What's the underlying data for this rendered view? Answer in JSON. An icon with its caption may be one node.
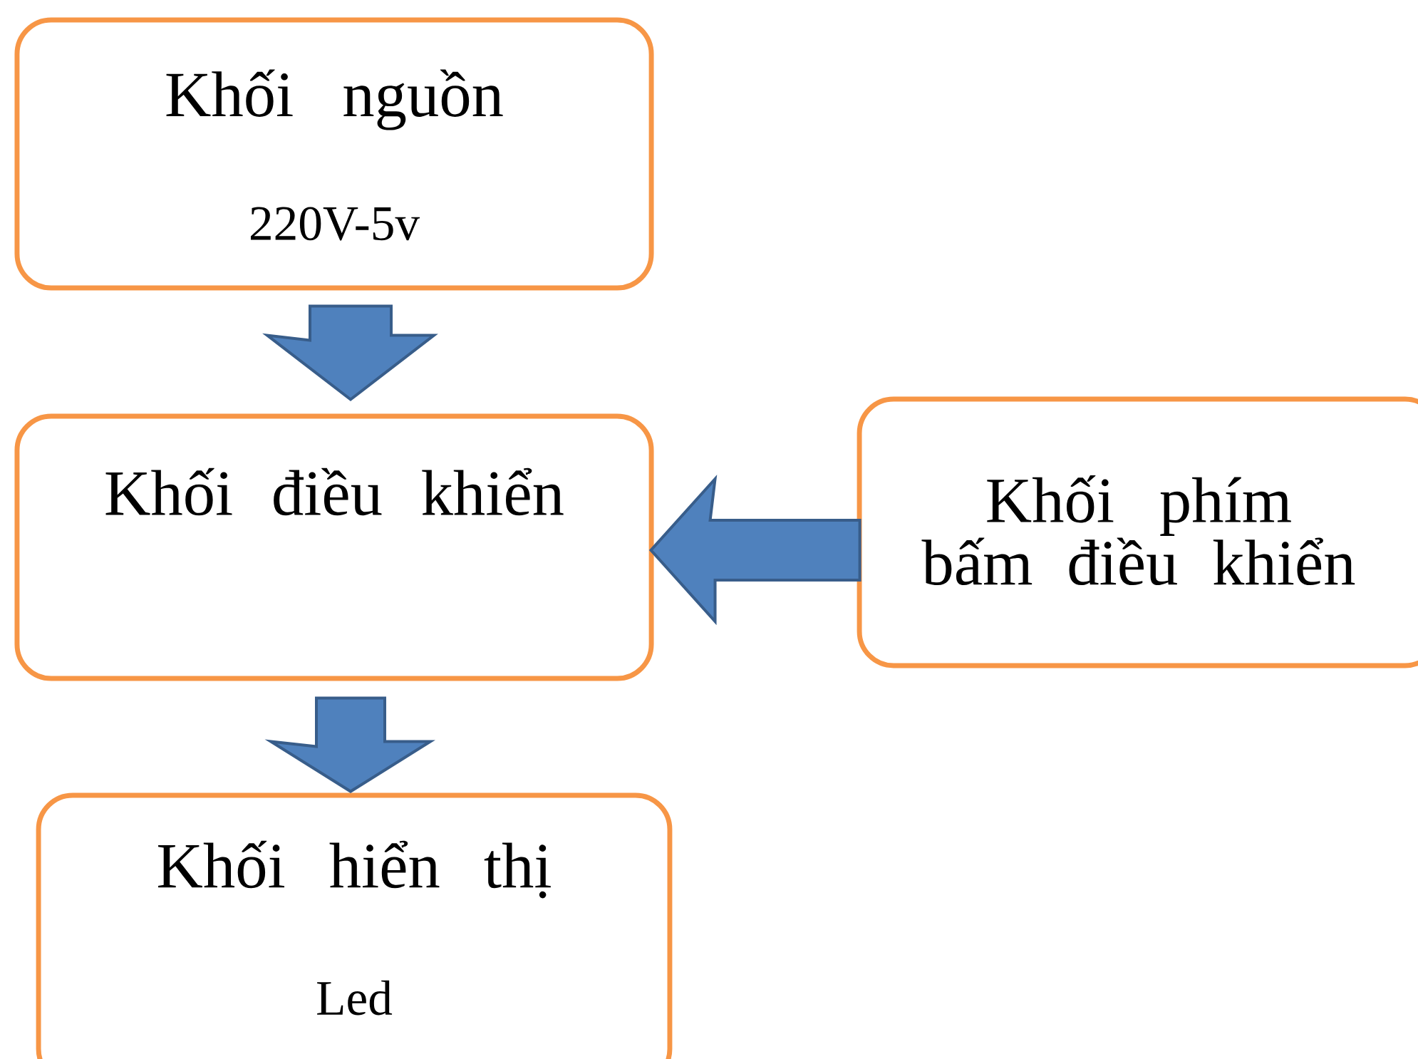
{
  "diagram": {
    "nodes": [
      {
        "text": [
          "Khối nguồn",
          "220V-5v"
        ]
      },
      {
        "text": [
          "Khối điều khiển"
        ]
      },
      {
        "text": [
          "Khối phím bấm điều khiển"
        ]
      },
      {
        "text": [
          "Khối hiển thị",
          "Led"
        ]
      }
    ],
    "edges": [
      {
        "from": 0,
        "to": 1,
        "arrow": "to"
      },
      {
        "from": 2,
        "to": 1,
        "arrow": "to"
      },
      {
        "from": 1,
        "to": 3,
        "arrow": "to"
      }
    ]
  }
}
